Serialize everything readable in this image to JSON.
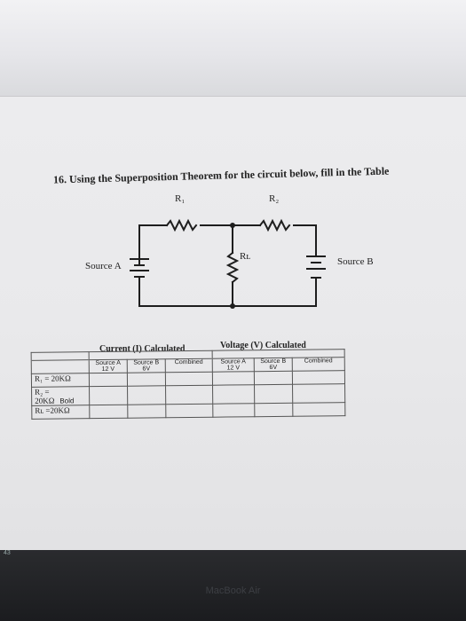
{
  "question": {
    "text": "16. Using the Superposition Theorem for the circuit below, fill in the Table"
  },
  "circuit": {
    "r1_label": "R₁",
    "r2_label": "R₂",
    "rl_label": "Rʟ",
    "source_a_label": "Source A",
    "source_b_label": "Source B"
  },
  "table": {
    "current_header": "Current (I) Calculated",
    "voltage_header": "Voltage (V) Calculated",
    "columns": [
      [
        "Source A",
        "12 V"
      ],
      [
        "Source B",
        "6V"
      ],
      [
        "Combined",
        ""
      ],
      [
        "Source A",
        "12 V"
      ],
      [
        "Source B",
        "6V"
      ],
      [
        "Combined",
        ""
      ]
    ],
    "rows": [
      {
        "label": "R₁ = 20KΩ",
        "note": ""
      },
      {
        "label": "R₂ = 20KΩ",
        "note": "Bold"
      },
      {
        "label": "Rʟ =20KΩ",
        "note": ""
      }
    ]
  },
  "device": {
    "brand": "MacBook Air",
    "corner_text": "43"
  }
}
